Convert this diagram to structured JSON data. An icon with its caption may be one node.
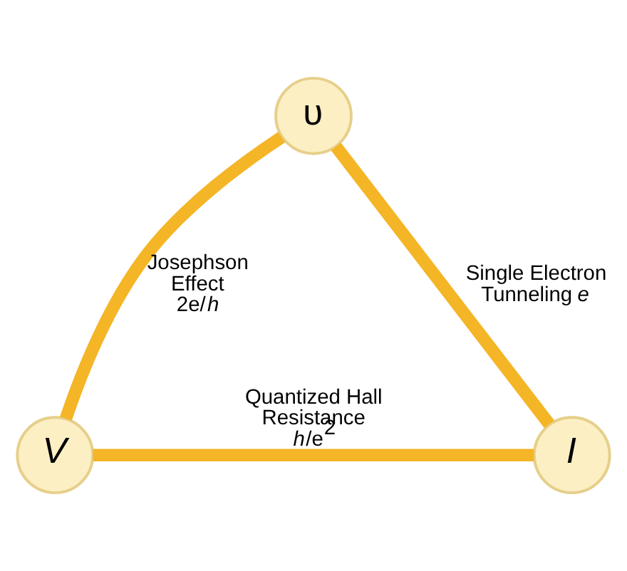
{
  "diagram": {
    "nodes": [
      {
        "text": [
          "υ"
        ]
      },
      {
        "text": [
          "V"
        ]
      },
      {
        "text": [
          "I"
        ]
      }
    ],
    "edges": [
      {
        "from": 0,
        "to": 1,
        "arrow": "none",
        "label": "Josephson Effect 2e/*h*"
      },
      {
        "from": 0,
        "to": 2,
        "arrow": "none",
        "label": "Single Electron Tunneling e"
      },
      {
        "from": 1,
        "to": 2,
        "arrow": "none",
        "label": "Quantized Hall Resistance *h*/e$^{2}$"
      }
    ]
  }
}
